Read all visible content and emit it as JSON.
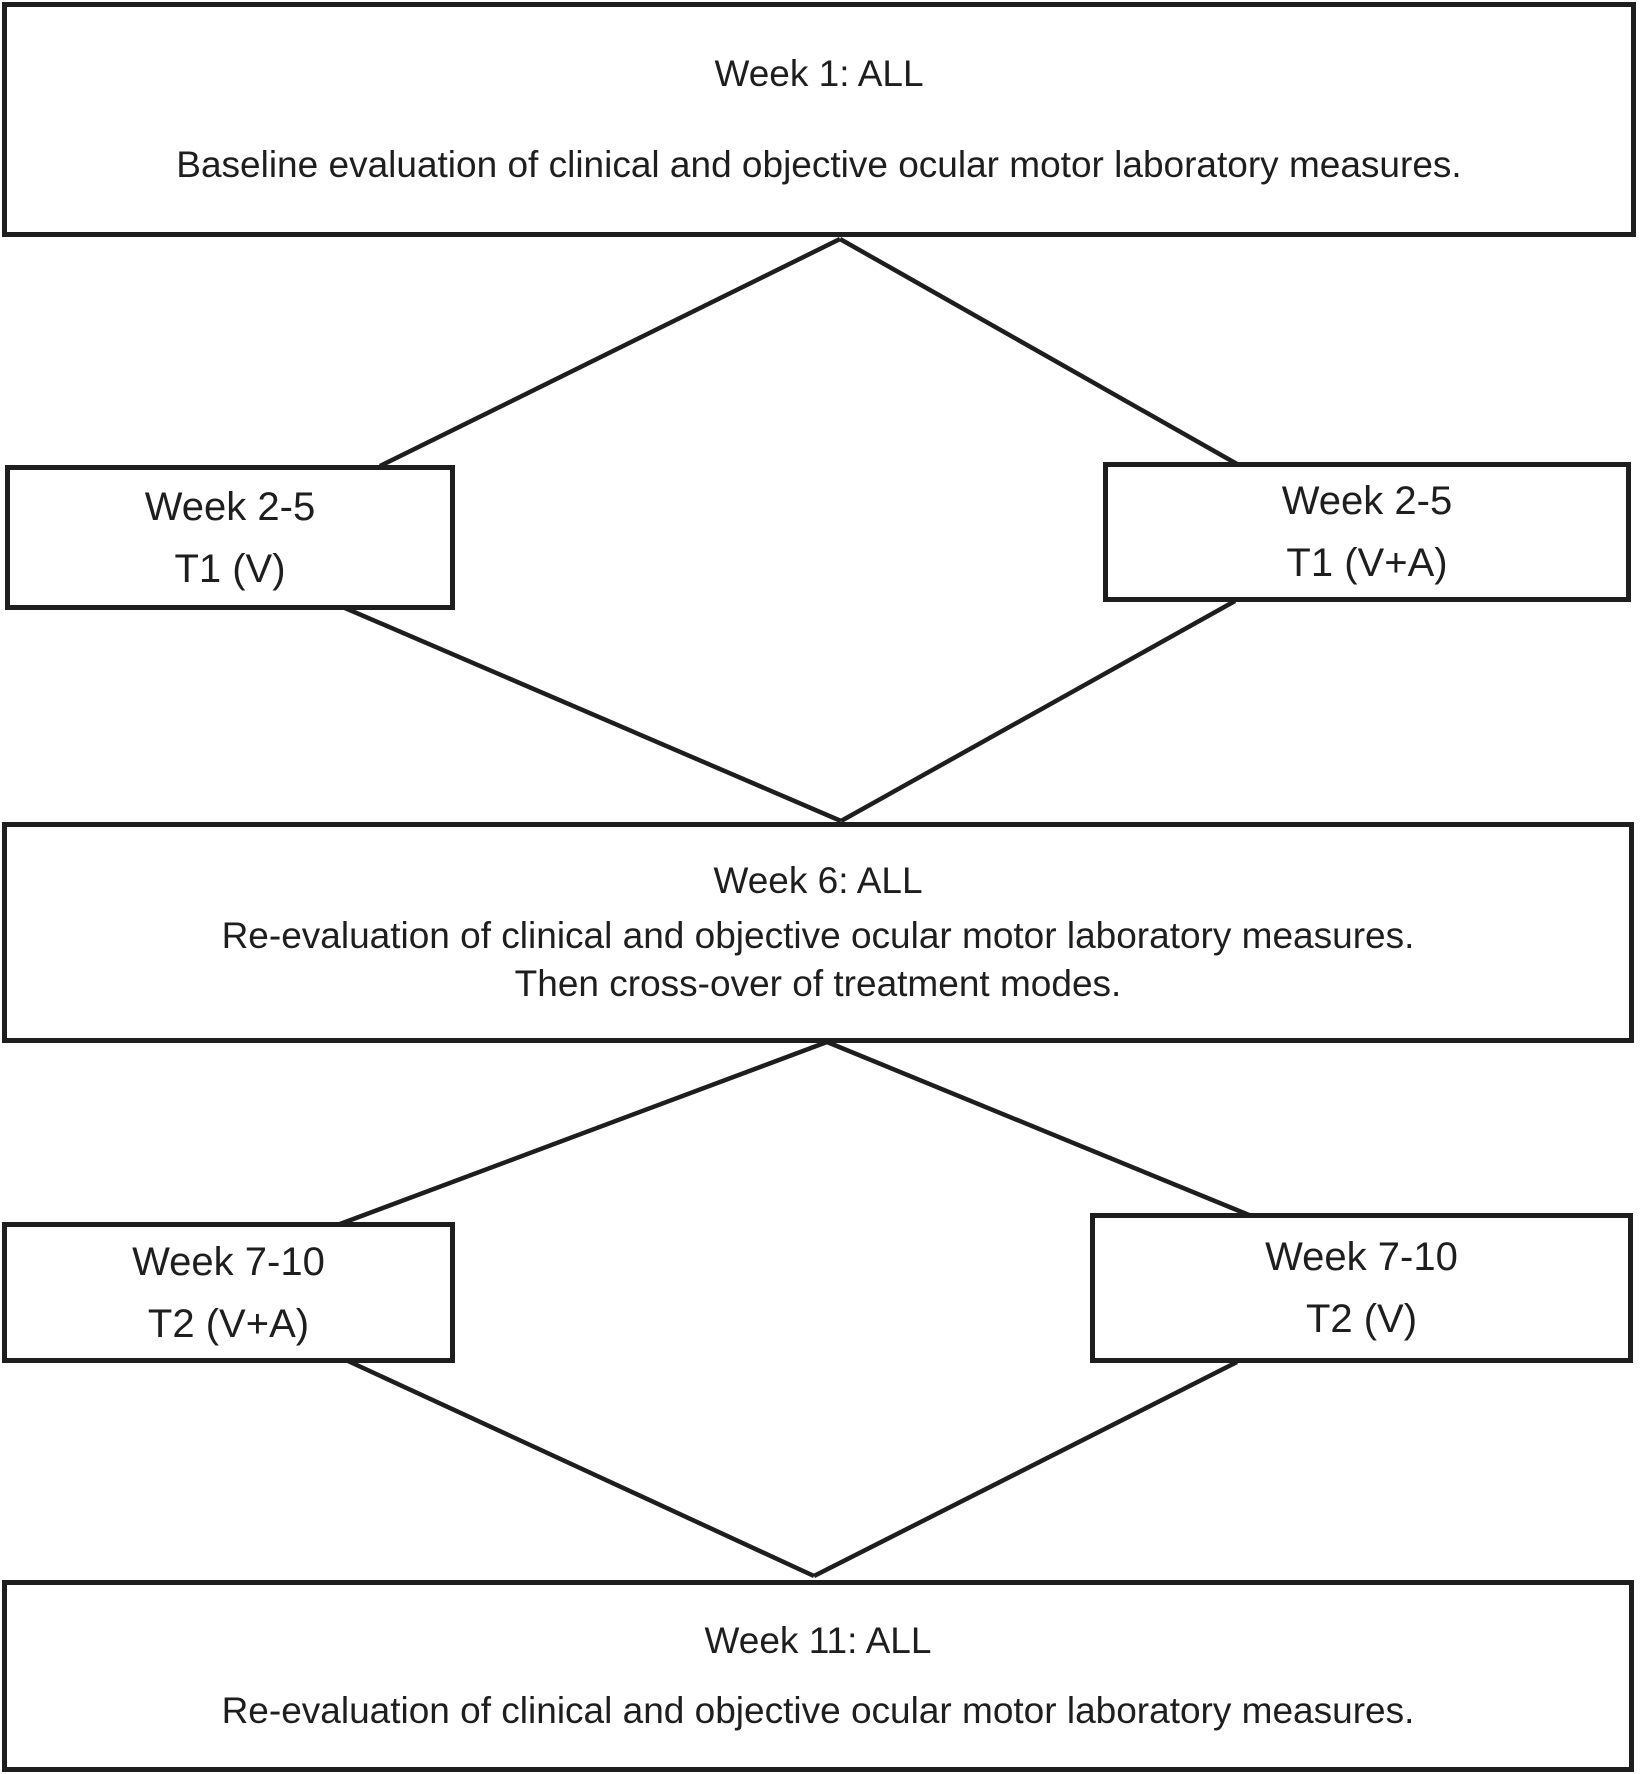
{
  "diagram": {
    "title": "Crossover study design flowchart",
    "colors": {
      "background": "#ffffff",
      "line": "#1e1e1e",
      "text": "#1e1e1e"
    },
    "nodes": {
      "week1": {
        "lines": [
          "Week 1: ALL",
          "Baseline evaluation of clinical and objective ocular motor laboratory measures."
        ]
      },
      "t1v": {
        "lines": [
          "Week 2-5",
          "T1 (V)"
        ]
      },
      "t1va": {
        "lines": [
          "Week 2-5",
          "T1 (V+A)"
        ]
      },
      "week6": {
        "lines": [
          "Week 6: ALL",
          "Re-evaluation of clinical and objective ocular motor laboratory measures.",
          "Then cross-over of treatment modes."
        ]
      },
      "t2va": {
        "lines": [
          "Week 7-10",
          "T2 (V+A)"
        ]
      },
      "t2v": {
        "lines": [
          "Week 7-10",
          "T2 (V)"
        ]
      },
      "week11": {
        "lines": [
          "Week 11: ALL",
          "Re-evaluation of clinical and objective ocular motor laboratory measures."
        ]
      }
    },
    "edges": [
      {
        "from": "week1",
        "to": "t1v"
      },
      {
        "from": "week1",
        "to": "t1va"
      },
      {
        "from": "t1v",
        "to": "week6"
      },
      {
        "from": "t1va",
        "to": "week6"
      },
      {
        "from": "week6",
        "to": "t2va"
      },
      {
        "from": "week6",
        "to": "t2v"
      },
      {
        "from": "t2va",
        "to": "week11"
      },
      {
        "from": "t2v",
        "to": "week11"
      }
    ]
  }
}
